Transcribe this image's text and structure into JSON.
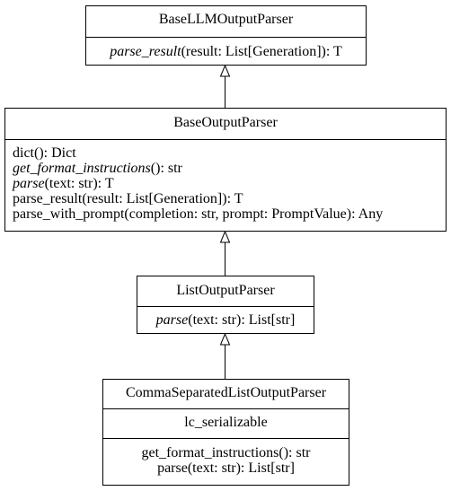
{
  "classes": {
    "base_llm_output_parser": {
      "name": "BaseLLMOutputParser",
      "methods": [
        {
          "name": "parse_result",
          "sig": "(result: List[Generation]): T",
          "abstract": true
        }
      ]
    },
    "base_output_parser": {
      "name": "BaseOutputParser",
      "methods": [
        {
          "name": "dict",
          "sig": "(): Dict",
          "abstract": false
        },
        {
          "name": "get_format_instructions",
          "sig": "(): str",
          "abstract": true
        },
        {
          "name": "parse",
          "sig": "(text: str): T",
          "abstract": true
        },
        {
          "name": "parse_result",
          "sig": "(result: List[Generation]): T",
          "abstract": false
        },
        {
          "name": "parse_with_prompt",
          "sig": "(completion: str, prompt: PromptValue): Any",
          "abstract": false
        }
      ]
    },
    "list_output_parser": {
      "name": "ListOutputParser",
      "methods": [
        {
          "name": "parse",
          "sig": "(text: str): List[str]",
          "abstract": true
        }
      ]
    },
    "comma_separated_list_output_parser": {
      "name": "CommaSeparatedListOutputParser",
      "attributes": [
        "lc_serializable"
      ],
      "methods": [
        {
          "name": "get_format_instructions",
          "sig": "(): str",
          "abstract": false
        },
        {
          "name": "parse",
          "sig": "(text: str): List[str]",
          "abstract": false
        }
      ]
    }
  }
}
